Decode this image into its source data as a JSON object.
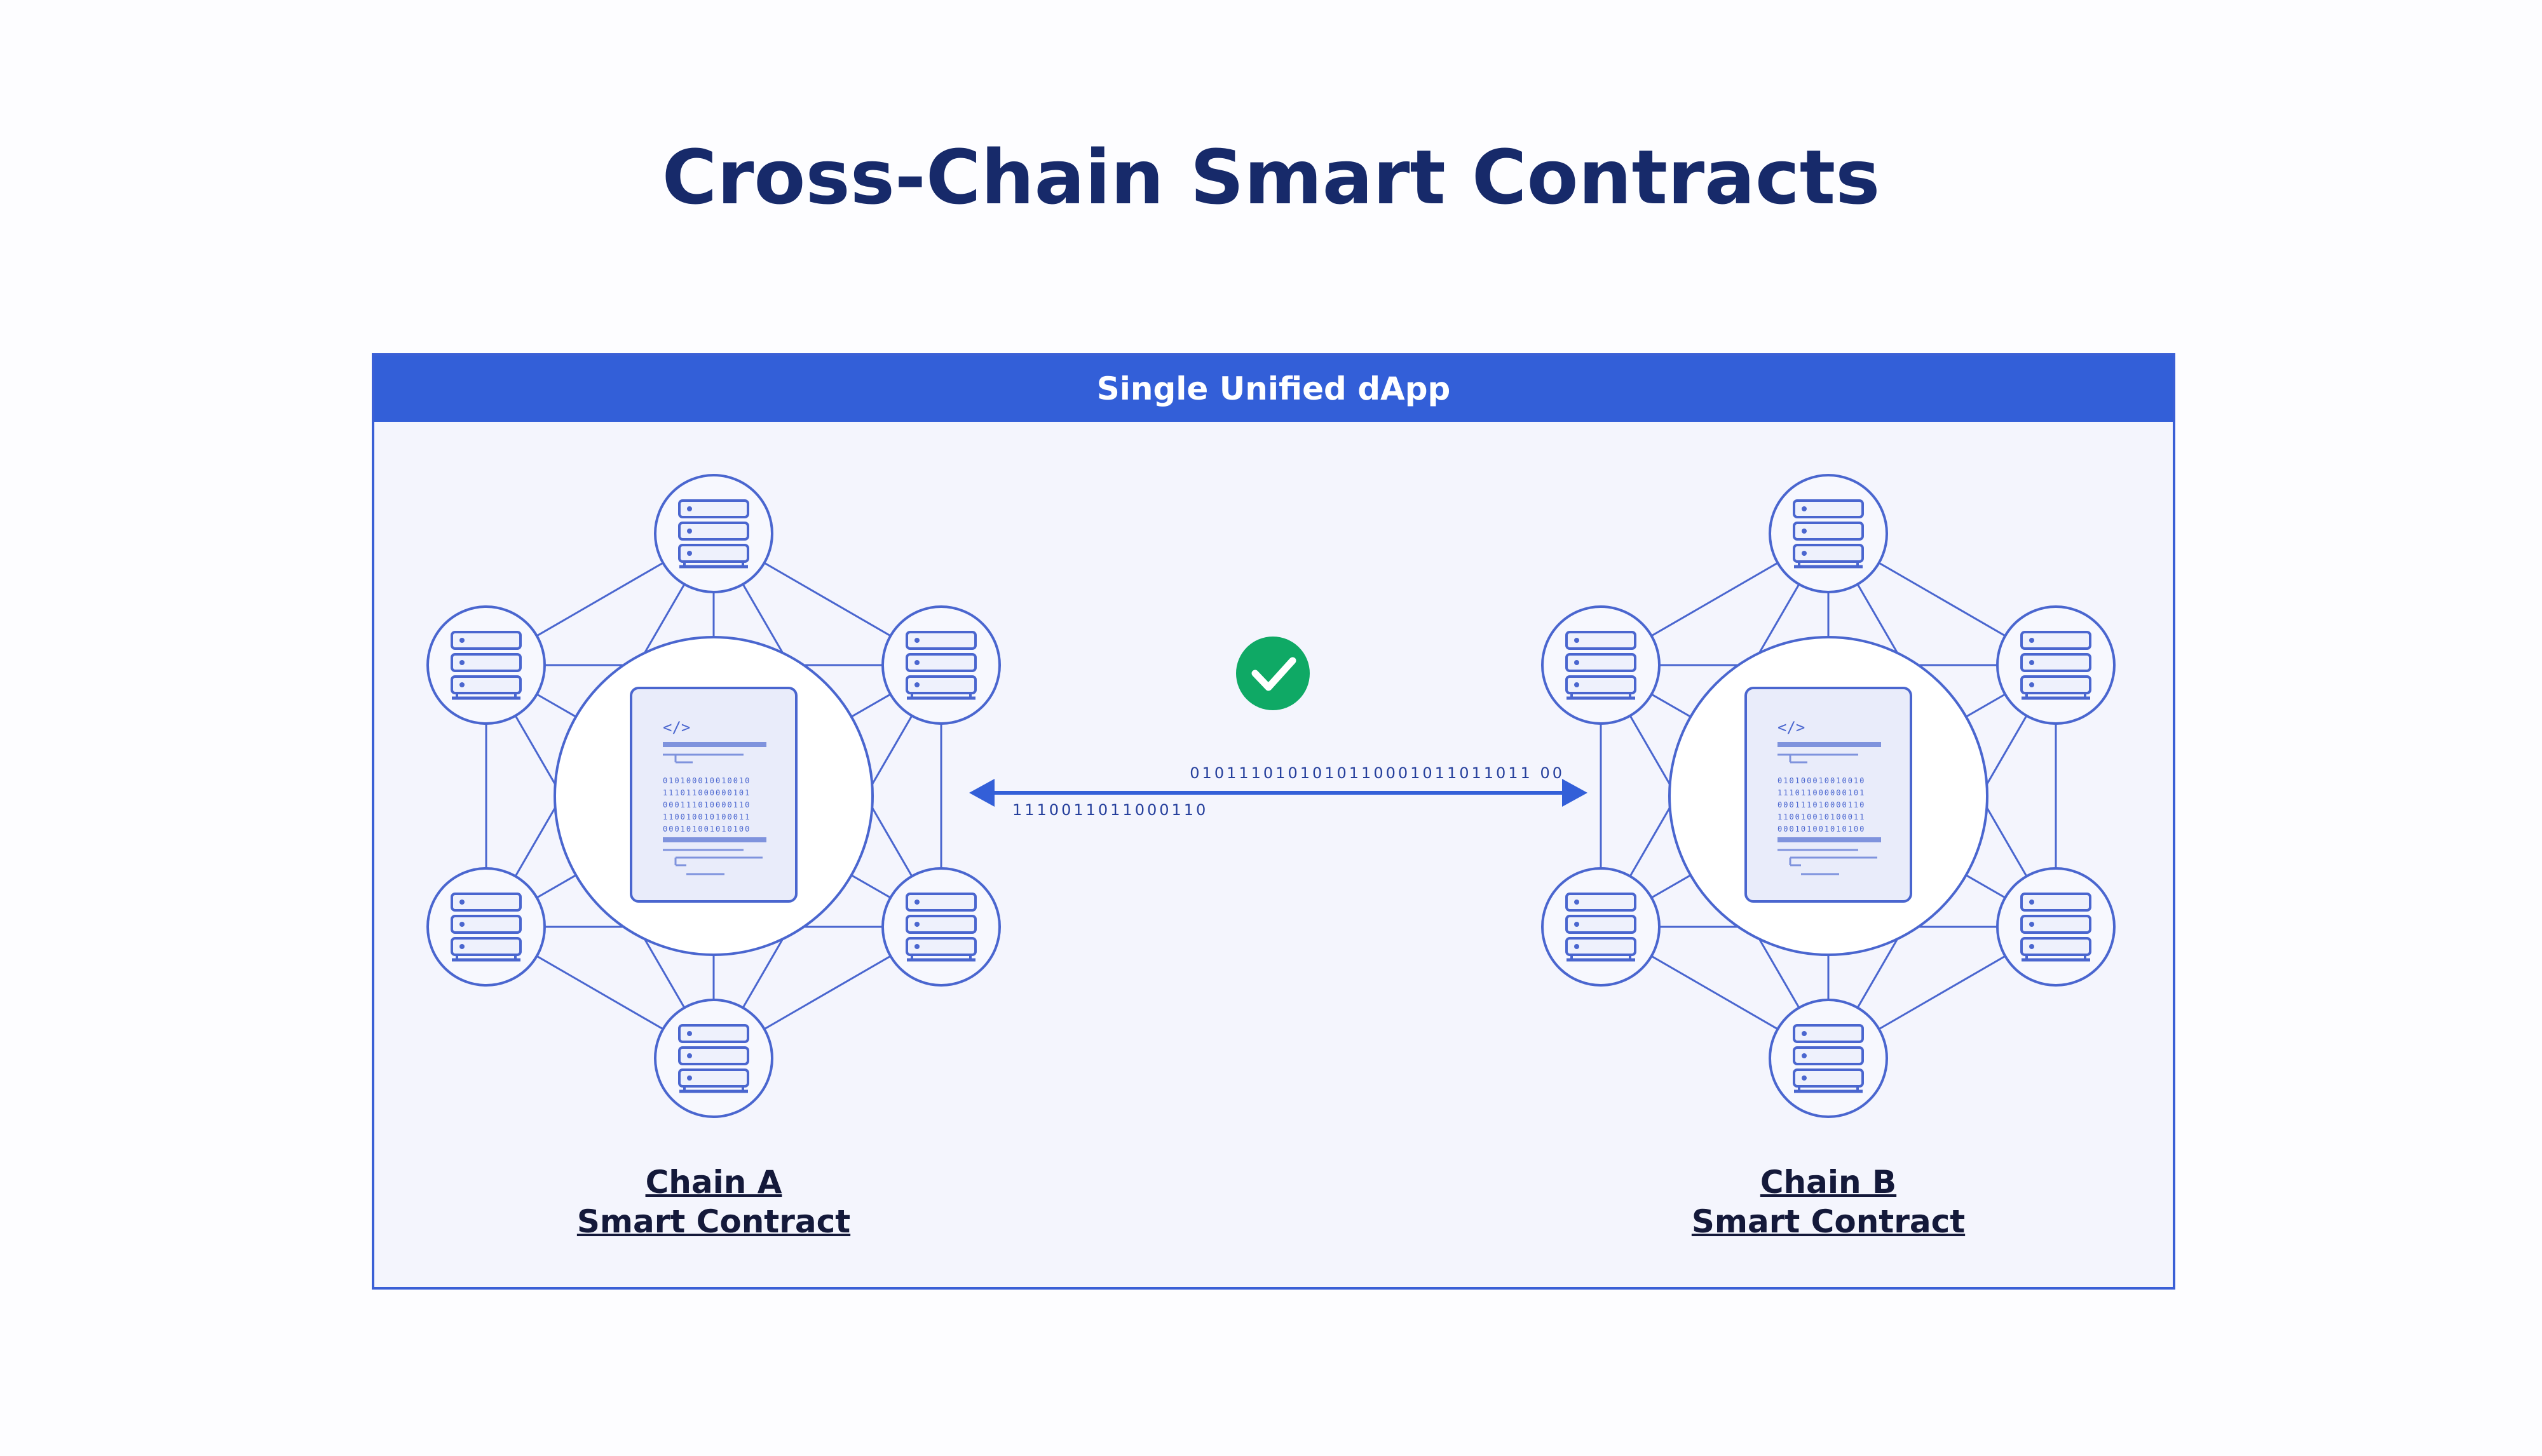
{
  "title": "Cross-Chain Smart Contracts",
  "dapp": {
    "header_label": "Single Unified dApp"
  },
  "chains": [
    {
      "name": "Chain A",
      "subtitle": "Smart Contract"
    },
    {
      "name": "Chain B",
      "subtitle": "Smart Contract"
    }
  ],
  "message": {
    "forward_bits": "0101110101010110001011011011 00",
    "return_bits": "1110011011000110",
    "status_icon": "checkmark-circle-icon"
  },
  "contract_doc": {
    "code_tag": "</>",
    "bit_rows": [
      "010100010010010",
      "111011000000101",
      "000111010000110",
      "110010010100011",
      "000101001010100"
    ]
  },
  "colors": {
    "primary": "#335fd8",
    "line": "#4a66cf",
    "title": "#172a6a",
    "panel_bg": "#f4f5fd",
    "check_green": "#0fa965",
    "doc_bg": "#e9ecfa"
  }
}
